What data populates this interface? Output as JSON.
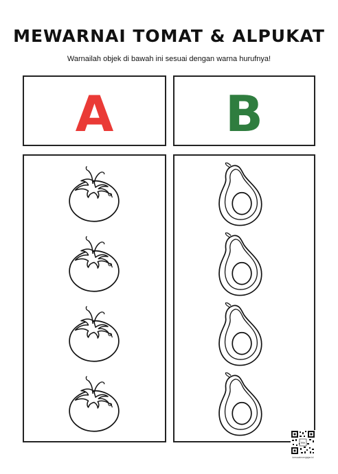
{
  "worksheet": {
    "title": "MEWARNAI TOMAT & ALPUKAT",
    "instruction": "Warnailah objek di bawah ini sesuai dengan warna hurufnya!"
  },
  "columns": [
    {
      "letter": "A",
      "color": "#ea3a36",
      "object": "tomato-icon",
      "count": 4
    },
    {
      "letter": "B",
      "color": "#2f7d3f",
      "object": "avocado-icon",
      "count": 4
    }
  ],
  "footer": {
    "qr_label": "bisa",
    "qr_caption": "kesuaimenjajar.id"
  }
}
